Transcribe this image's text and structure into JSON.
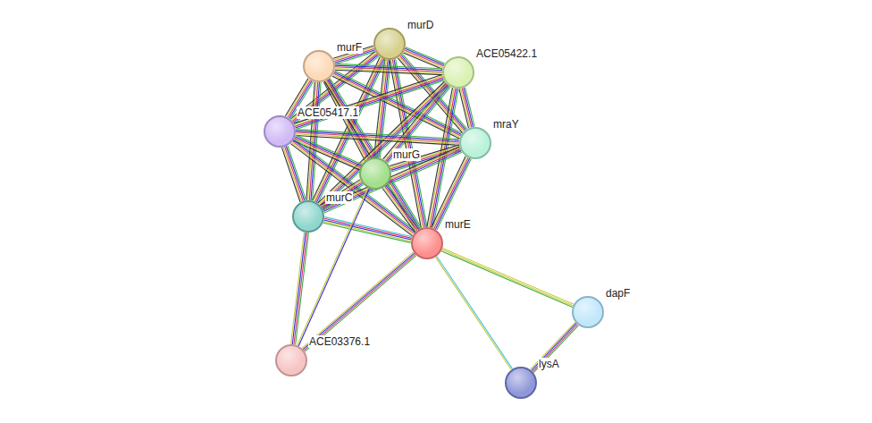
{
  "diagram": {
    "nodes": [
      {
        "text": [
          "murD"
        ]
      },
      {
        "text": [
          "murF"
        ]
      },
      {
        "text": [
          "ACE05422.1"
        ]
      },
      {
        "text": [
          "ACE05417.1"
        ]
      },
      {
        "text": [
          "mraY"
        ]
      },
      {
        "text": [
          "murG"
        ]
      },
      {
        "text": [
          "murC"
        ]
      },
      {
        "text": [
          "murE"
        ]
      },
      {
        "text": [
          "dapF"
        ]
      },
      {
        "text": [
          "ACE03376.1"
        ]
      },
      {
        "text": [
          "lysA"
        ]
      }
    ],
    "edges": [
      {
        "from": 0,
        "to": 1,
        "arrow": "none"
      },
      {
        "from": 0,
        "to": 2,
        "arrow": "none"
      },
      {
        "from": 0,
        "to": 3,
        "arrow": "none"
      },
      {
        "from": 0,
        "to": 4,
        "arrow": "none"
      },
      {
        "from": 0,
        "to": 5,
        "arrow": "none"
      },
      {
        "from": 0,
        "to": 6,
        "arrow": "none"
      },
      {
        "from": 0,
        "to": 7,
        "arrow": "none"
      },
      {
        "from": 1,
        "to": 2,
        "arrow": "none"
      },
      {
        "from": 1,
        "to": 3,
        "arrow": "none"
      },
      {
        "from": 1,
        "to": 4,
        "arrow": "none"
      },
      {
        "from": 1,
        "to": 5,
        "arrow": "none"
      },
      {
        "from": 1,
        "to": 6,
        "arrow": "none"
      },
      {
        "from": 1,
        "to": 7,
        "arrow": "none"
      },
      {
        "from": 2,
        "to": 3,
        "arrow": "none"
      },
      {
        "from": 2,
        "to": 4,
        "arrow": "none"
      },
      {
        "from": 2,
        "to": 5,
        "arrow": "none"
      },
      {
        "from": 2,
        "to": 6,
        "arrow": "none"
      },
      {
        "from": 2,
        "to": 7,
        "arrow": "none"
      },
      {
        "from": 3,
        "to": 4,
        "arrow": "none"
      },
      {
        "from": 3,
        "to": 5,
        "arrow": "none"
      },
      {
        "from": 3,
        "to": 6,
        "arrow": "none"
      },
      {
        "from": 3,
        "to": 7,
        "arrow": "none"
      },
      {
        "from": 4,
        "to": 5,
        "arrow": "none"
      },
      {
        "from": 4,
        "to": 6,
        "arrow": "none"
      },
      {
        "from": 4,
        "to": 7,
        "arrow": "none"
      },
      {
        "from": 5,
        "to": 6,
        "arrow": "none"
      },
      {
        "from": 5,
        "to": 7,
        "arrow": "none"
      },
      {
        "from": 6,
        "to": 7,
        "arrow": "none"
      },
      {
        "from": 7,
        "to": 8,
        "arrow": "none"
      },
      {
        "from": 7,
        "to": 10,
        "arrow": "none"
      },
      {
        "from": 8,
        "to": 10,
        "arrow": "none"
      },
      {
        "from": 7,
        "to": 9,
        "arrow": "none"
      },
      {
        "from": 6,
        "to": 9,
        "arrow": "none"
      },
      {
        "from": 5,
        "to": 9,
        "arrow": "none"
      }
    ]
  }
}
